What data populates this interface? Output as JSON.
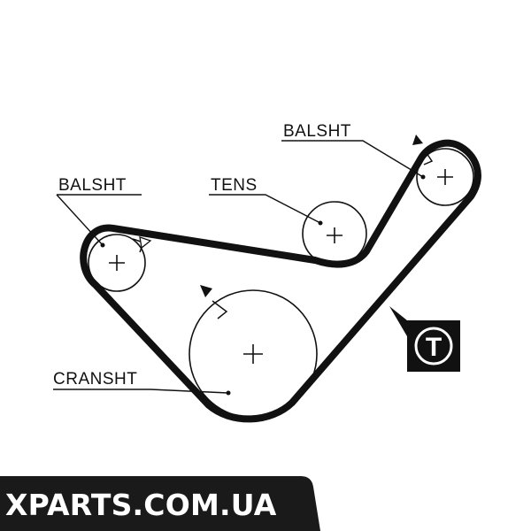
{
  "diagram": {
    "labels": {
      "balshaft_top": "BALSHT",
      "balshaft_left": "BALSHT",
      "tensioner": "TENS",
      "crankshaft": "CRANSHT"
    },
    "tensioner_badge": "T",
    "rotation_direction": "clockwise"
  },
  "watermark": {
    "text": "XPARTS.COM.UA"
  },
  "colors": {
    "belt": "#111111",
    "badge_background": "#111111",
    "badge_text": "#ffffff",
    "watermark_background": "#1a1a1a",
    "watermark_text": "#ffffff"
  }
}
